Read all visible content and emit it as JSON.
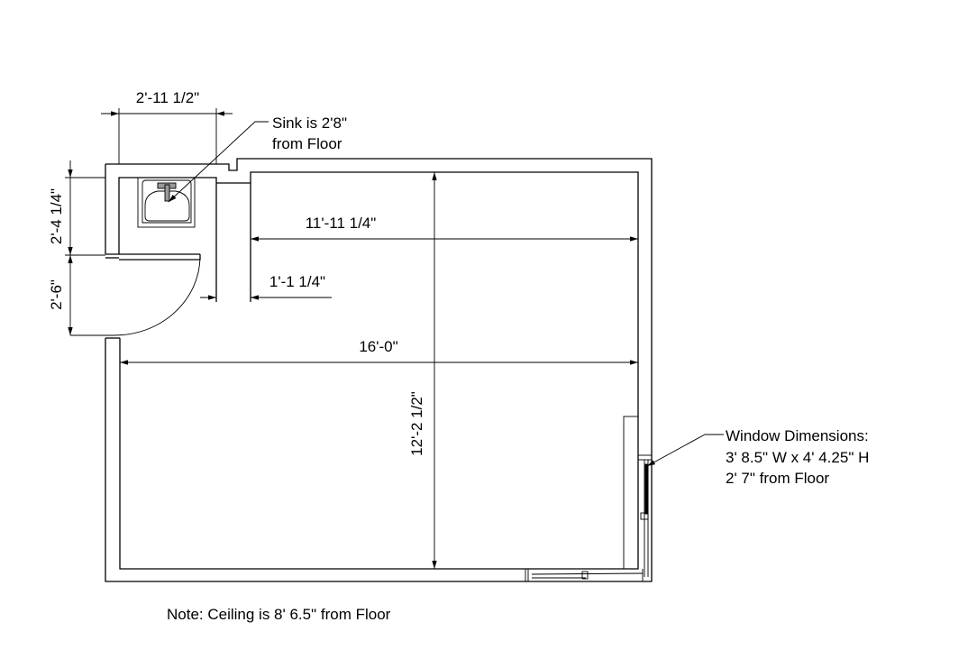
{
  "dimensions": {
    "sink_wall_width": "2'-11 1/2\"",
    "bath_depth": "2'-4 1/4\"",
    "door_width": "2'-6\"",
    "room_inner_width": "11'-11 1/4\"",
    "bath_offset": "1'-1 1/4\"",
    "room_total_width": "16'-0\"",
    "room_depth": "12'-2 1/2\""
  },
  "annotations": {
    "sink_line1": "Sink is 2'8\"",
    "sink_line2": "from Floor",
    "window_line1": "Window Dimensions:",
    "window_line2": "3' 8.5\" W x 4' 4.25\" H",
    "window_line3": "2' 7\" from Floor"
  },
  "note": "Note: Ceiling is 8' 6.5\" from Floor"
}
